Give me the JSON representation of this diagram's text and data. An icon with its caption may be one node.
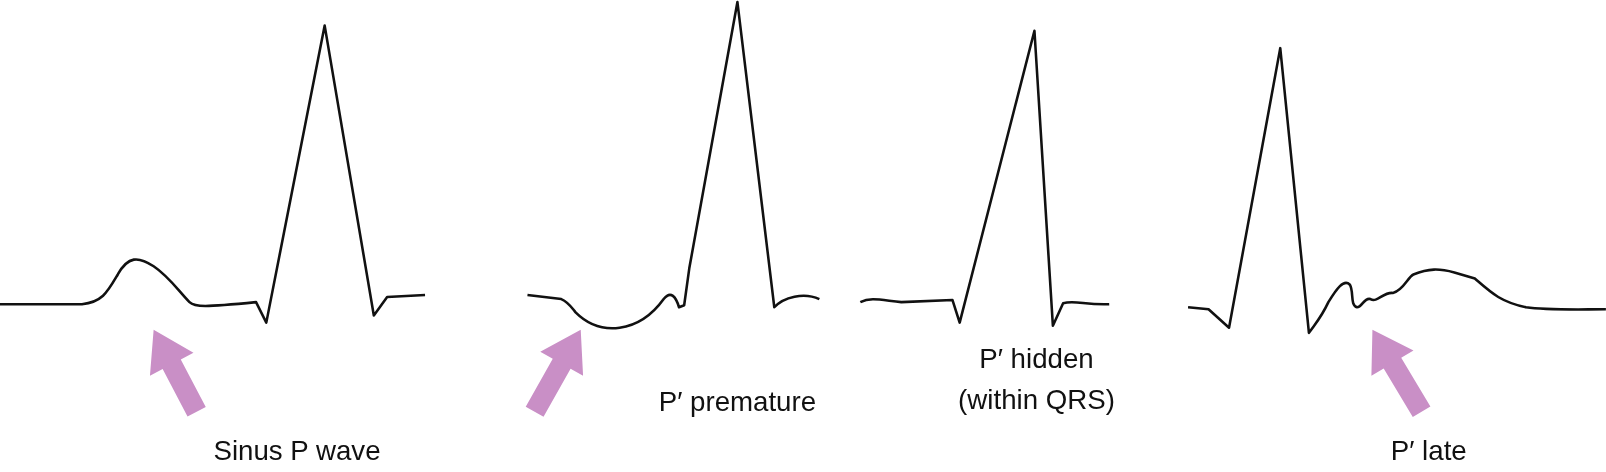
{
  "diagram": {
    "labels": [
      "Sinus P wave",
      "P′ premature",
      "P′ hidden (within QRS)",
      "P′ late"
    ]
  }
}
